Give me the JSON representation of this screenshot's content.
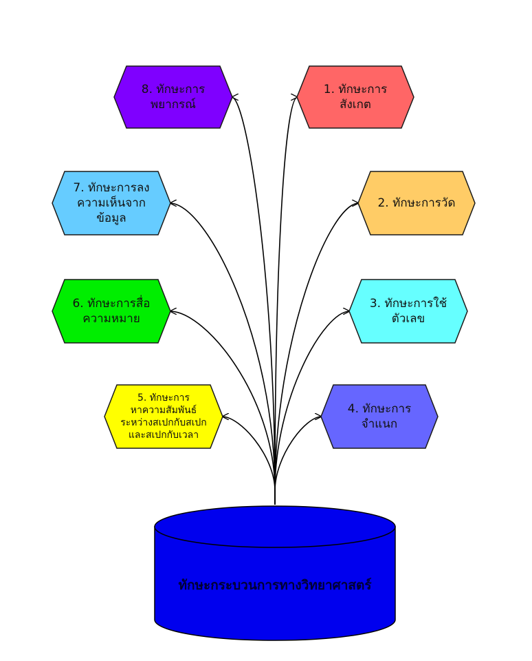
{
  "diagram": {
    "base": {
      "label": "ทักษะกระบวนการทางวิทยาศาสตร์",
      "color": "#0000ee"
    },
    "nodes": [
      {
        "id": "n1",
        "lines": [
          "1. ทักษะการ",
          "สังเกต"
        ],
        "color": "#ff6666"
      },
      {
        "id": "n2",
        "lines": [
          "2. ทักษะการวัด"
        ],
        "color": "#ffcc66"
      },
      {
        "id": "n3",
        "lines": [
          "3. ทักษะการใช้",
          "ตัวเลข"
        ],
        "color": "#66ffff"
      },
      {
        "id": "n4",
        "lines": [
          "4. ทักษะการ",
          "จำแนก"
        ],
        "color": "#6666ff"
      },
      {
        "id": "n5",
        "lines": [
          "5. ทักษะการ",
          "หาความสัมพันธ์",
          "ระหว่างสเปกกับสเปก",
          "และสเปกกับเวลา"
        ],
        "color": "#ffff00"
      },
      {
        "id": "n6",
        "lines": [
          "6. ทักษะการสื่อ",
          "ความหมาย"
        ],
        "color": "#00ee00"
      },
      {
        "id": "n7",
        "lines": [
          "7. ทักษะการลง",
          "ความเห็นจาก",
          "ข้อมูล"
        ],
        "color": "#66ccff"
      },
      {
        "id": "n8",
        "lines": [
          "8. ทักษะการ",
          "พยากรณ์"
        ],
        "color": "#7f00ff"
      }
    ]
  }
}
